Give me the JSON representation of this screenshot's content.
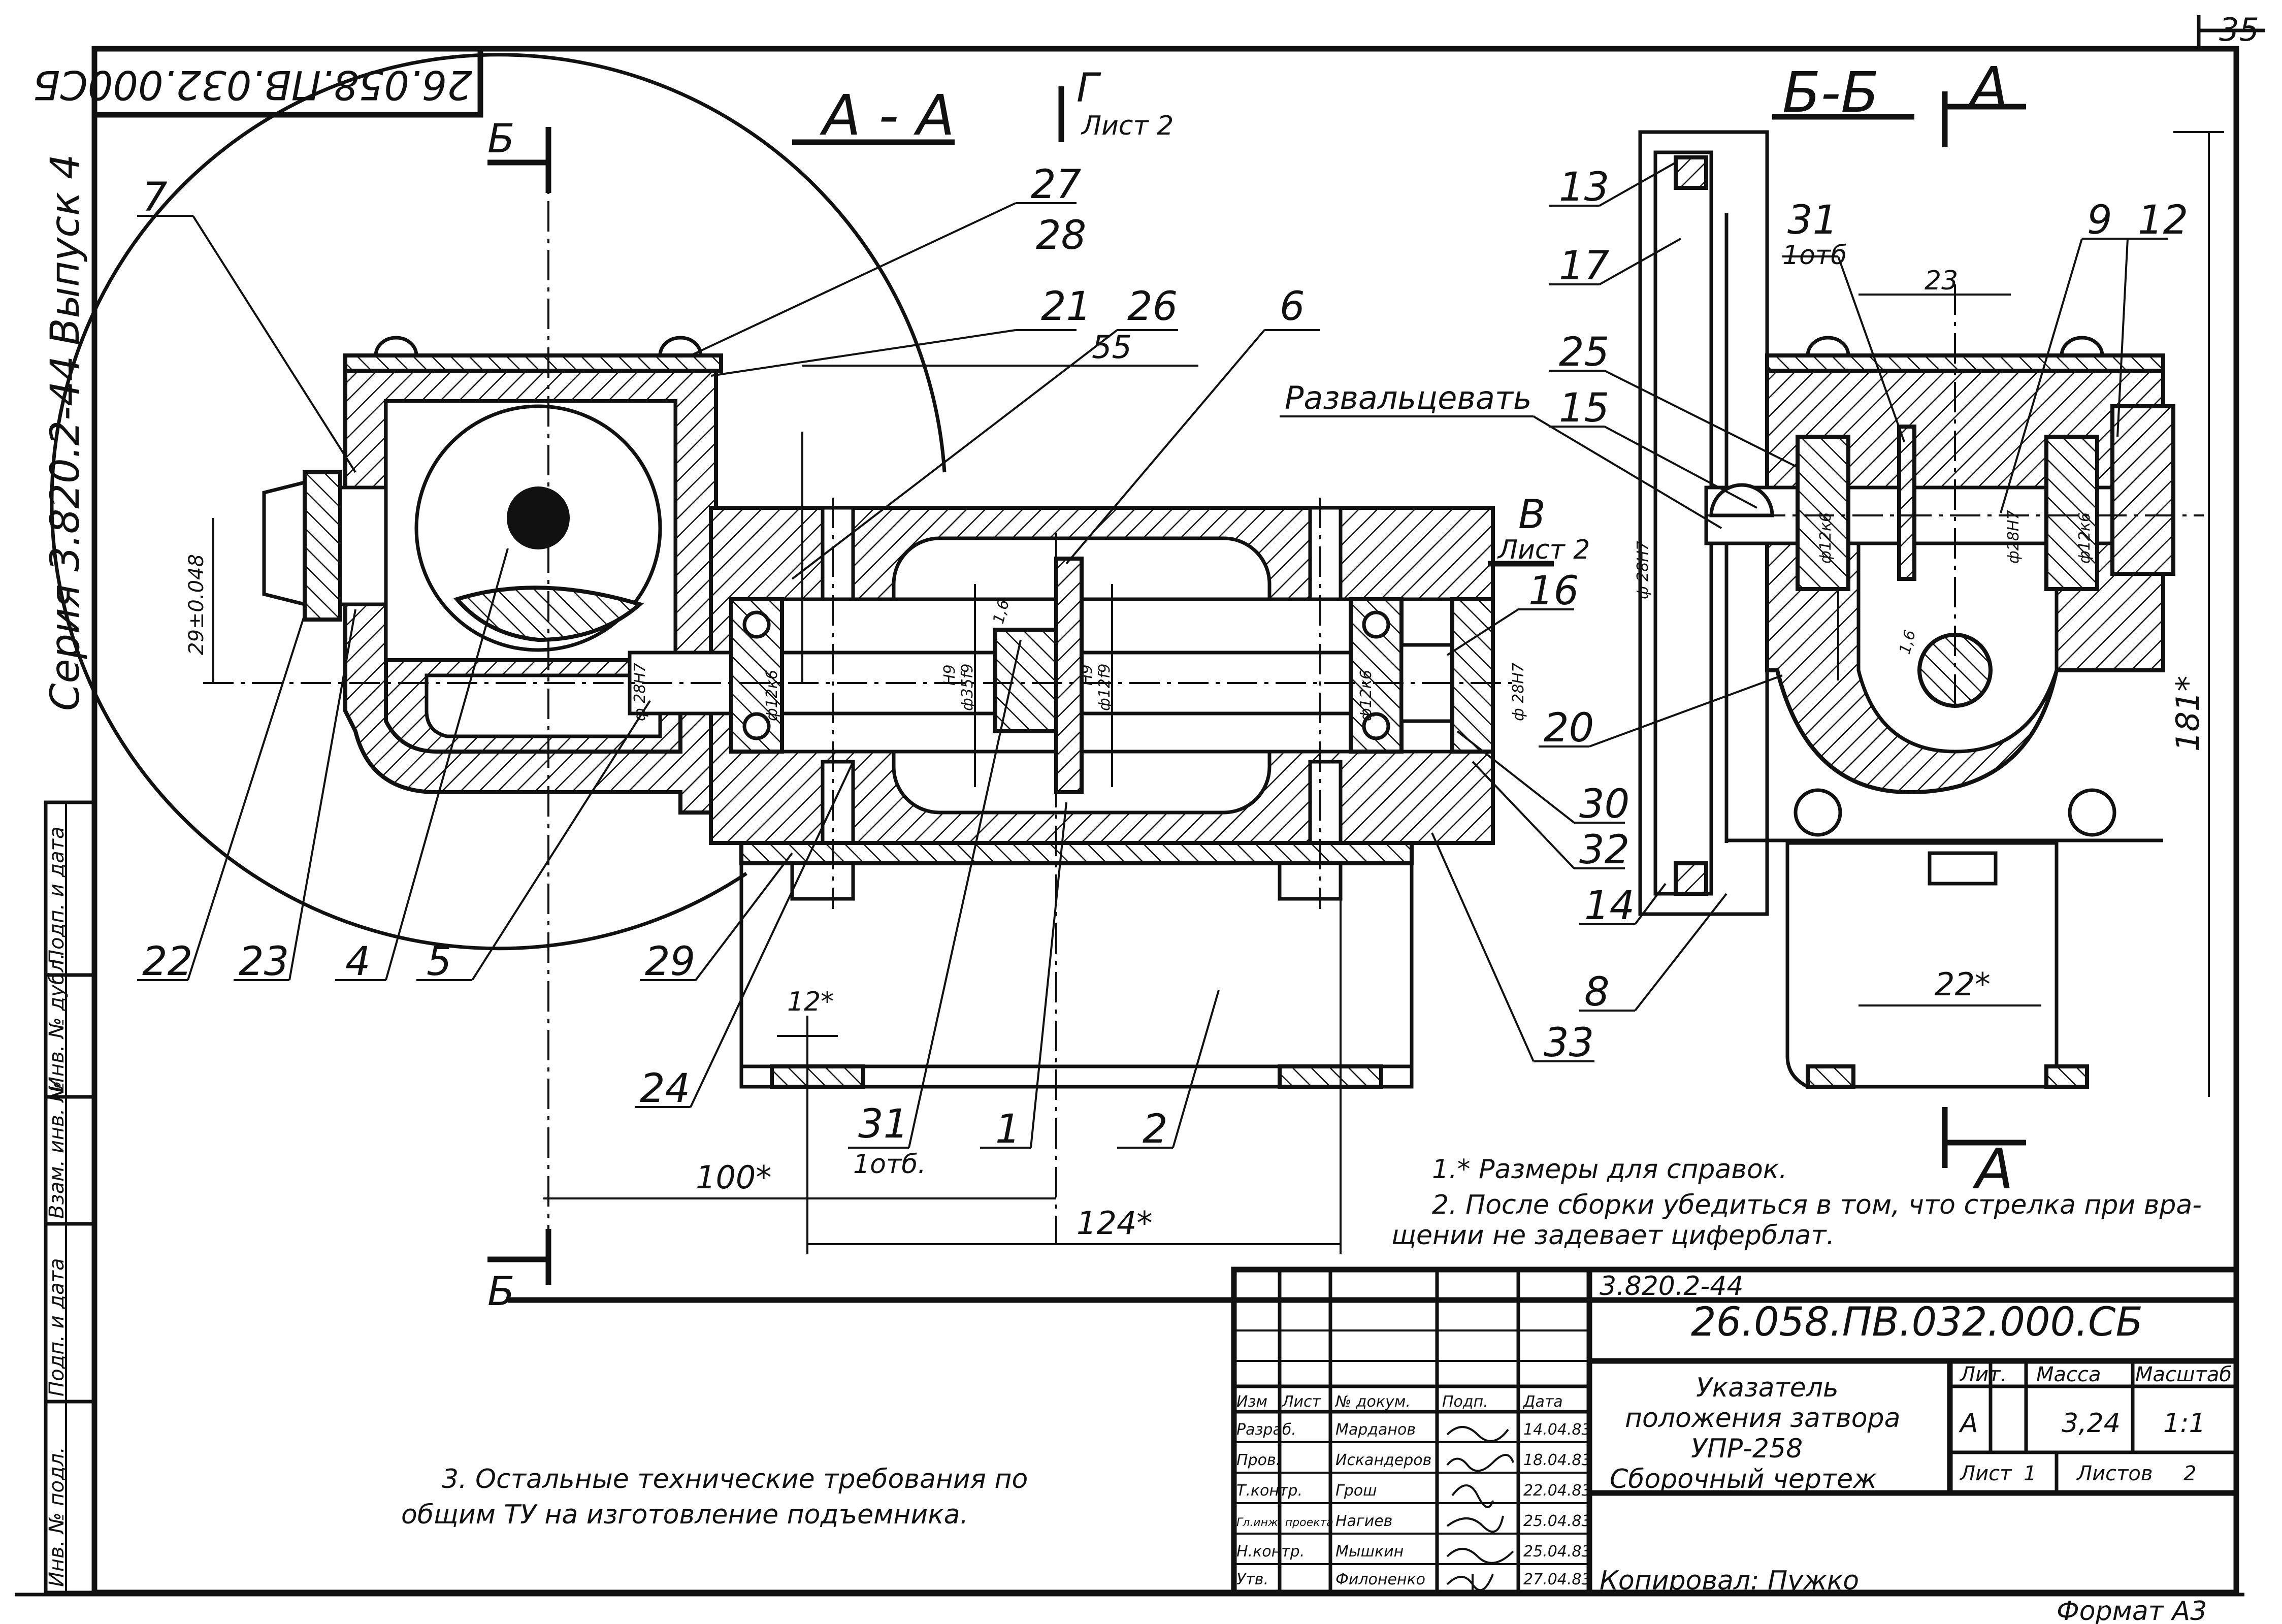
{
  "sheet": {
    "page_number": "35",
    "mirrored_code": "26.058.ПВ.032.000СБ",
    "side_series": "Серия 3.820.2-44",
    "side_issue": "Выпуск 4"
  },
  "views": {
    "section_aa": "А - А",
    "view_g_letter": "Г",
    "view_g_sheet": "Лист 2",
    "view_v_letter": "В",
    "view_v_sheet": "Лист 2",
    "section_bb": "Б-Б",
    "cut_b_top": "Б",
    "cut_b_bottom": "Б",
    "cut_a_top": "А",
    "cut_a_bottom": "А",
    "flare_label": "Развальцевать"
  },
  "positions": {
    "p7": "7",
    "p27": "27",
    "p28": "28",
    "p21": "21",
    "p26": "26",
    "p6": "6",
    "p22": "22",
    "p23": "23",
    "p4": "4",
    "p5": "5",
    "p29": "29",
    "p24": "24",
    "p31": "31",
    "p31b": "1отб.",
    "p1": "1",
    "p2": "2",
    "p33": "33",
    "p13": "13",
    "p17": "17",
    "p25": "25",
    "p15": "15",
    "p16": "16",
    "p20": "20",
    "p30": "30",
    "p32": "32",
    "p14": "14",
    "p8": "8",
    "p31r": "31",
    "p31rb": "1отб",
    "p9": "9",
    "p12": "12"
  },
  "dims": {
    "d29": "29±0.048",
    "d28h7a": "ф 28Н7",
    "d12k6a": "ф12к6",
    "dh9": "Н9",
    "d35f9": "ф35f9",
    "d16": "1,6",
    "dh9b": "Н9",
    "d12f9": "ф12f9",
    "d12k6b": "ф12к6",
    "d28h7b": "ф 28Н7",
    "d55": "55",
    "d12": "12*",
    "d100": "100*",
    "d124": "124*",
    "d28h7c": "ф 28Н7",
    "d12k6c": "ф12к6",
    "d28h7d": "ф28Н7",
    "d12k6d": "ф12к6",
    "d23": "23",
    "d16b": "1,6",
    "d22": "22*",
    "d181": "181*"
  },
  "notes": {
    "n1": "1.* Размеры для справок.",
    "n2a": "2.  После сборки убедиться в том, что стрелка при вра-",
    "n2b": "щении  не задевает  циферблат.",
    "n3a": "3. Остальные технические требования по",
    "n3b": "общим ТУ на изготовление подъемника."
  },
  "title_block": {
    "series": "3.820.2-44",
    "doc_code": "26.058.ПВ.032.000.СБ",
    "name1": "Указатель",
    "name2": "положения затвора",
    "name3": "УПР-258",
    "name4": "Сборочный   чертеж",
    "hdr_izm": "Изм",
    "hdr_list": "Лист",
    "hdr_doc": "№ докум.",
    "hdr_sign": "Подп.",
    "hdr_date": "Дата",
    "col_lit": "Лит.",
    "col_mass": "Масса",
    "col_scale": "Масштаб",
    "lit_value": "А",
    "mass_value": "3,24",
    "scale_value": "1:1",
    "sheet_label": "Лист",
    "sheet_value": "1",
    "sheets_label": "Листов",
    "sheets_value": "2",
    "copied": "Копировал:  Пужко",
    "format": "Формат  А3",
    "rows": [
      {
        "role": "Разраб.",
        "name": "Марданов",
        "date": "14.04.83"
      },
      {
        "role": "Пров.",
        "name": "Искандеров",
        "date": "18.04.83"
      },
      {
        "role": "Т.контр.",
        "name": "Грош",
        "date": "22.04.83"
      },
      {
        "role": "Гл.инж. проекта",
        "name": "Нагиев",
        "date": "25.04.83"
      },
      {
        "role": "Н.контр.",
        "name": "Мышкин",
        "date": "25.04.83"
      },
      {
        "role": "Утв.",
        "name": "Филоненко",
        "date": "27.04.83"
      }
    ]
  },
  "side_stamp": {
    "s1": "Подп. и дата",
    "s2": "Инв. № дубл.",
    "s3": "Взам. инв. №",
    "s4": "Подп. и дата",
    "s5": "Инв. № подл."
  }
}
